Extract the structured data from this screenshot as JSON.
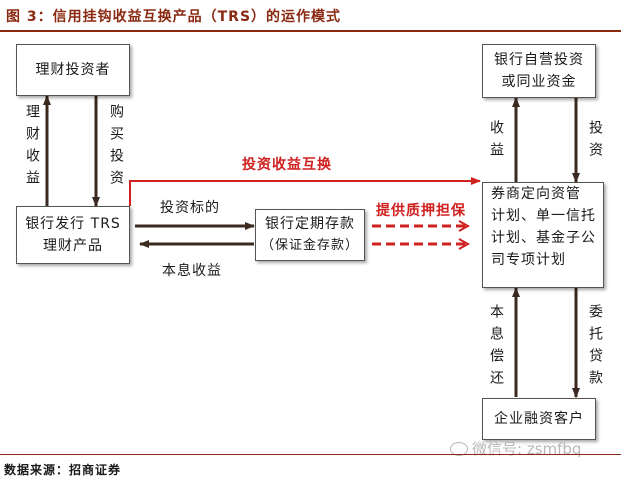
{
  "title": "图 3：信用挂钩收益互换产品（TRS）的运作模式",
  "source": "数据来源：招商证券",
  "watermark": "微信号: zsmfbq",
  "boxes": {
    "investor": "理财投资者",
    "bank_trs_line1": "银行发行 TRS",
    "bank_trs_line2": "理财产品",
    "deposit_line1": "银行定期存款",
    "deposit_line2": "（保证金存款）",
    "proprietary_line1": "银行自营投资",
    "proprietary_line2": "或同业资金",
    "plans_line1": "券商定向资管",
    "plans_line2": "计划、单一信托",
    "plans_line3": "计划、基金子公",
    "plans_line4": "司专项计划",
    "enterprise": "企业融资客户"
  },
  "labels": {
    "wealth_income": "理财收益",
    "purchase_invest": "购买投资",
    "invest_underlying": "投资标的",
    "principal_interest_income": "本息收益",
    "invest_income_swap": "投资收益互换",
    "pledge_guarantee": "提供质押担保",
    "income": "收益",
    "invest": "投资",
    "principal_repay": "本息偿还",
    "entrusted_loan": "委托贷款"
  },
  "colors": {
    "title": "#8a2a12",
    "box_border": "#555555",
    "arrow": "#3b2a20",
    "highlight": "#d02020"
  }
}
